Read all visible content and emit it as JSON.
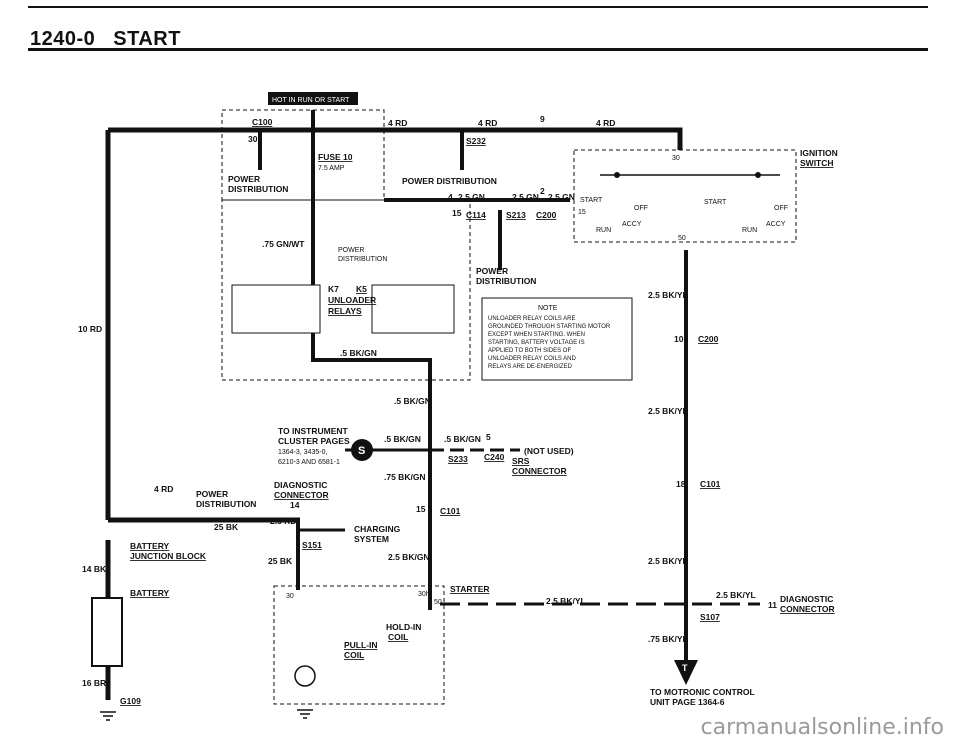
{
  "header": {
    "code": "1240-0",
    "title": "START"
  },
  "badge": "HOT IN RUN OR START",
  "labels": {
    "c100": "C100",
    "fuse": "FUSE 10",
    "fuse_amp": "7.5 AMP",
    "pin30": "30",
    "power_dist": "POWER",
    "power_dist2": "DISTRIBUTION",
    "wire_4rd_a": "4 RD",
    "wire_4rd_b": "4 RD",
    "pin9": "9",
    "wire_4rd_c": "4 RD",
    "s232": "S232",
    "power_dist_top": "POWER DISTRIBUTION",
    "pin4": "4",
    "w25gn_a": "2.5 GN",
    "w25gn_b": "2.5 GN",
    "pin2": "2",
    "w25gn_c": "2.5 GN",
    "pin15a": "15",
    "c114": "C114",
    "s213": "S213",
    "c200a": "C200",
    "w75gnwt": ".75 GN/WT",
    "pdist_small": "POWER",
    "pdist_small2": "DISTRIBUTION",
    "k7": "K7",
    "k5": "K5",
    "unloader": "UNLOADER",
    "relays": "RELAYS",
    "w5bkgn": ".5 BK/GN",
    "power_b": "POWER",
    "power_b2": "DISTRIBUTION",
    "note_title": "NOTE",
    "note_lines": [
      "UNLOADER RELAY COILS ARE",
      "GROUNDED THROUGH STARTING MOTOR",
      "EXCEPT WHEN STARTING. WHEN",
      "STARTING, BATTERY VOLTAGE IS",
      "APPLIED TO BOTH SIDES OF",
      "UNLOADER RELAY COILS AND",
      "RELAYS ARE DE-ENERGIZED"
    ],
    "ignition": "IGNITION",
    "switch": "SWITCH",
    "pin30b": "30",
    "start_a": "START",
    "off_a": "OFF",
    "accy_a": "ACCY",
    "run_a": "RUN",
    "pin15b": "15",
    "start_b": "START",
    "off_b": "OFF",
    "accy_b": "ACCY",
    "run_b": "RUN",
    "pin50": "50",
    "w25bkyl_a": "2.5 BK/YL",
    "pin10": "10",
    "c200b": "C200",
    "w25bkyl_b": "2.5 BK/YL",
    "pin18": "18",
    "c101a": "C101",
    "w25bkyl_c": "2.5 BK/YL",
    "w10rd": "10 RD",
    "w5bkgn_b": ".5 BK/GN",
    "to_inst": "TO INSTRUMENT",
    "cluster": "CLUSTER PAGES",
    "pages1": "1364-3, 3435-0,",
    "pages2": "6210-3 AND 6581-1",
    "w5bkgn_c": ".5 BK/GN",
    "w5bkgn_d": ".5 BK/GN",
    "pin5": "5",
    "not_used": "(NOT USED)",
    "s233": "S233",
    "c240": "C240",
    "srs": "SRS",
    "srs_conn": "CONNECTOR",
    "w75bkgn": ".75 BK/GN",
    "diag": "DIAGNOSTIC",
    "diag_conn": "CONNECTOR",
    "pin14": "14",
    "w4rd": "4 RD",
    "power_c": "POWER",
    "power_c2": "DISTRIBUTION",
    "pin15c": "15",
    "c101b": "C101",
    "w25bk": "25 BK",
    "w25rd": "2.5 RD",
    "charging": "CHARGING",
    "system": "SYSTEM",
    "s151": "S151",
    "battery_jb": "BATTERY",
    "junction": "JUNCTION BLOCK",
    "w25bk_b": "25 BK",
    "w25bkgn": "2.5 BK/GN",
    "w14bk": "14 BK",
    "battery": "BATTERY",
    "starter": "STARTER",
    "pin30c": "30",
    "pin30h": "30h",
    "pin50b": "50",
    "holdin": "HOLD-IN",
    "coil_a": "COIL",
    "pullin": "PULL-IN",
    "coil_b": "COIL",
    "w25bkyl_d": "2.5 BK/YL",
    "w25bkyl_e": "2.5 BK/YL",
    "pin11": "11",
    "diag_b": "DIAGNOSTIC",
    "diag_conn_b": "CONNECTOR",
    "s107": "S107",
    "w75bkyl": ".75 BK/YL",
    "to_motronic": "TO MOTRONIC CONTROL",
    "unit_page": "UNIT PAGE 1364-6",
    "w16br": "16 BR",
    "g109": "G109",
    "s_badge": "S",
    "t_badge": "T"
  },
  "watermark": "carmanualsonline.info"
}
